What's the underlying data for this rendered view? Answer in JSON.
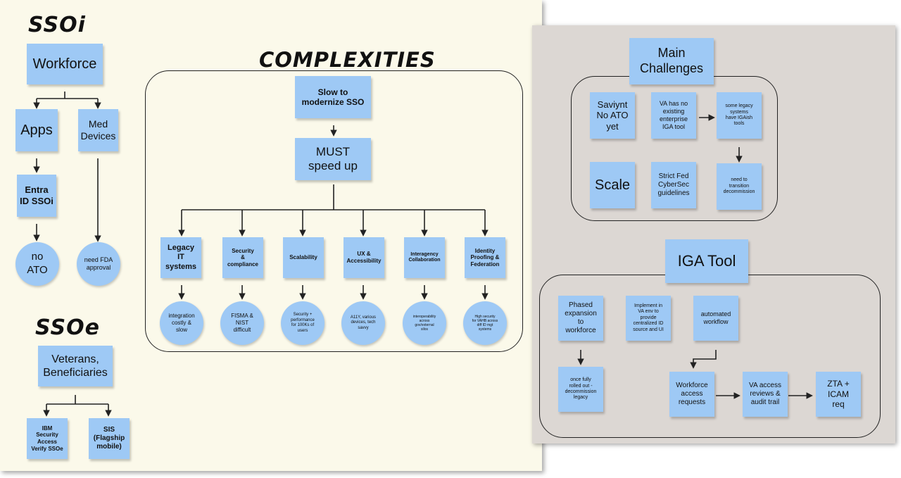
{
  "sections": {
    "ssoi_title": "SSOi",
    "ssoe_title": "SSOe",
    "complexities_title": "COMPLEXITIES"
  },
  "ssoi": {
    "workforce": "Workforce",
    "apps": "Apps",
    "med_devices": "Med\nDevices",
    "entra": "Entra\nID SSOi",
    "no_ato": "no\nATO",
    "need_fda": "need FDA\napproval"
  },
  "ssoe": {
    "veterans": "Veterans,\nBeneficiaries",
    "ibm": "IBM\nSecurity\nAccess\nVerify SSOe",
    "sis": "SIS\n(Flagship\nmobile)"
  },
  "complexities": {
    "slow": "Slow to\nmodernize SSO",
    "must": "MUST\nspeed up",
    "items": [
      {
        "label": "Legacy\nIT\nsystems",
        "detail": "integration\ncostly &\nslow"
      },
      {
        "label": "Security\n&\ncompliance",
        "detail": "FISMA &\nNIST\ndifficult"
      },
      {
        "label": "Scalability",
        "detail": "Security +\nperformance\nfor 100Ks of\nusers"
      },
      {
        "label": "UX &\nAccessibility",
        "detail": "A11Y, various\ndevices, tech\nsavvy"
      },
      {
        "label": "Interagency\nCollaboration",
        "detail": "interoperability\nacross\ngov/external\nsilos"
      },
      {
        "label": "Identity\nProofing &\nFederation",
        "detail": "High security\nfor VAHB across\ndiff ID mgt\nsystems"
      }
    ]
  },
  "main_challenges": {
    "title": "Main\nChallenges",
    "saviynt": "Saviynt\nNo ATO\nyet",
    "va_no_iga": "VA has no\nexisting\nenterprise\nIGA tool",
    "legacy_igaish": "some legacy\nsystems\nhave IGAish\ntools",
    "scale": "Scale",
    "strict_fed": "Strict Fed\nCyberSec\nguidelines",
    "transition": "need to\ntransition\ndecommission"
  },
  "iga_tool": {
    "title": "IGA Tool",
    "phased": "Phased\nexpansion\nto\nworkforce",
    "implement": "Implement in\nVA env to\nprovide\ncentralized ID\nsource and UI",
    "automated": "automated\nworkflow",
    "once_rolled": "once fully\nrolled out -\ndecommission\nlegacy",
    "workforce_access": "Workforce\naccess\nrequests",
    "va_access": "VA access\nreviews &\naudit trail",
    "zta": "ZTA +\nICAM\nreq"
  },
  "colors": {
    "note": "#9ec9f5",
    "left_bg": "#fbf9ea",
    "right_bg": "#dcd7d3",
    "line": "#222222"
  }
}
